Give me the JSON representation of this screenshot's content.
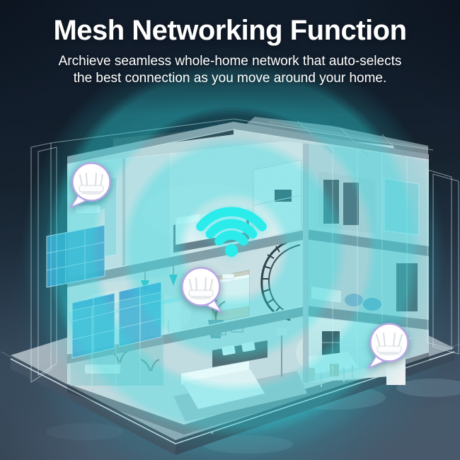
{
  "header": {
    "title": "Mesh Networking Function",
    "subtitle_line1": "Archieve seamless whole-home network that auto-selects",
    "subtitle_line2": "the best connection as you move around your home."
  },
  "scene": {
    "wifi_icon": "wifi-signal-icon",
    "coverage_rings_visible": 3,
    "mesh_nodes": [
      {
        "id": "router-node-1",
        "icon": "mesh-router-icon",
        "location": "upper-floor-left"
      },
      {
        "id": "router-node-2",
        "icon": "mesh-router-icon",
        "location": "middle-floor-center"
      },
      {
        "id": "router-node-3",
        "icon": "mesh-router-icon",
        "location": "ground-floor-right"
      }
    ]
  },
  "colors": {
    "background_top": "#111c2a",
    "background_bottom": "#48596b",
    "accent_cyan": "#2ceaea",
    "ring_teal": "#2ed9dd",
    "glow_teal": "#23b4c3",
    "bubble_border": "#b7a6e6",
    "solar_panel_blue": "#3f9fd2",
    "text": "#ffffff"
  }
}
